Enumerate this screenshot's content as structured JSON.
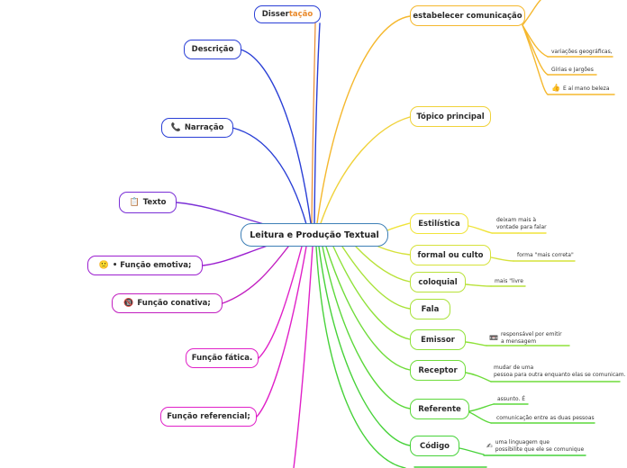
{
  "root": "Leitura e Produção Textual",
  "left": {
    "dissertacao": {
      "part1": "Disser",
      "part2": "tação"
    },
    "descricao": "Descrição",
    "narracao": "Narração",
    "texto": "Texto",
    "emotiva": "• Função emotiva;",
    "conativa": "Função conativa;",
    "fatica": "Função fática.",
    "referencial": "Função referencial;"
  },
  "right": {
    "comunicacao": "estabelecer comunicação",
    "topico": "Tópico principal",
    "estilistica": "Estilística",
    "formal": "formal ou culto",
    "coloquial": "coloquial",
    "fala": "Fala",
    "emissor": "Emissor",
    "receptor": "Receptor",
    "referente": "Referente",
    "codigo": "Código"
  },
  "leaves": {
    "variacoes": "variações geográficas,",
    "girias": "Gírias e Jargões",
    "beleza": "E aí mano beleza",
    "estilistica_1": "deixam mais à",
    "estilistica_2": "vontade para falar",
    "formal": "forma \"mais correta\"",
    "coloquial": "mais \"livre",
    "emissor_1": "responsável por emitir",
    "emissor_2": "a mensagem",
    "receptor_1": "mudar de uma",
    "receptor_2": "pessoa para outra enquanto elas se comunicam.",
    "referente_1": "assunto. É",
    "referente_2": "comunicação entre as duas  pessoas",
    "codigo_1": "uma linguagem que",
    "codigo_2": "possibilite que ele se comunique"
  },
  "icons": {
    "narracao": "phone-icon",
    "texto": "document-icon",
    "emotiva": "sad-face-icon",
    "conativa": "no-entry-icon",
    "beleza": "thumbs-up-icon",
    "emissor": "video-tape-icon",
    "codigo": "writing-hand-icon"
  },
  "colors": {
    "root_border": "#3d7fb6",
    "blue": "#2a3fd6",
    "purple": "#9c1fd0",
    "magenta": "#e021c8",
    "orange": "#f5b82e",
    "yellow": "#f0e43a",
    "lime": "#a9e23a",
    "green": "#47d23a"
  }
}
